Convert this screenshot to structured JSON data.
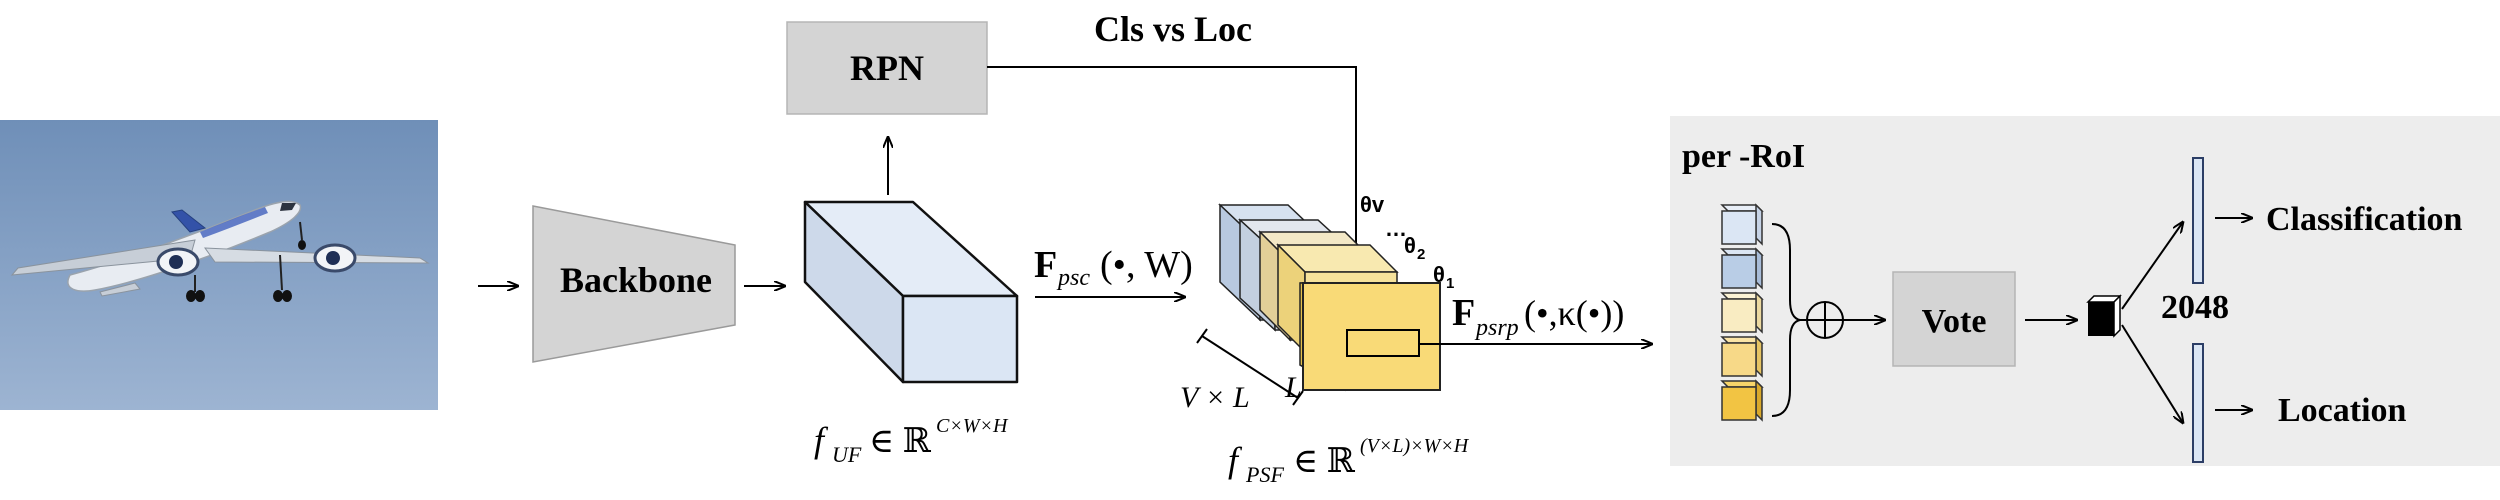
{
  "top_label": "Cls vs Loc",
  "blocks": {
    "rpn": "RPN",
    "backbone": "Backbone",
    "vote": "Vote",
    "per_roi": "per -RoI"
  },
  "ops": {
    "psc_F": "F",
    "psc_sub": "psc",
    "psc_args": "(•, W)",
    "psrp_F": "F",
    "psrp_sub": "psrp",
    "psrp_args": "(•,κ(•))"
  },
  "feature_labels": {
    "fuf_f": "f",
    "fuf_sub": "UF",
    "fuf_in": "∈ ℝ",
    "fuf_sup": "C×W×H",
    "fpsf_f": "f",
    "fpsf_sub": "PSF",
    "fpsf_in": "∈ ℝ",
    "fpsf_sup": "(V×L)×W×H",
    "vxl": "V × L",
    "L": "L"
  },
  "thetas": {
    "v": "θv",
    "dots": "…",
    "two": "θ",
    "two_sub": "2",
    "one": "θ",
    "one_sub": "1"
  },
  "outputs": {
    "classification": "Classification",
    "location": "Location",
    "dim": "2048"
  },
  "colors": {
    "gray_box": "#d4d4d4",
    "panel_bg": "#ededed",
    "cube_blue": "#dbe6f4",
    "cube_yellow": "#f9da77",
    "stack_blue": "#c9d7ea",
    "stack_tan": "#efe0b4",
    "line": "#000000"
  }
}
